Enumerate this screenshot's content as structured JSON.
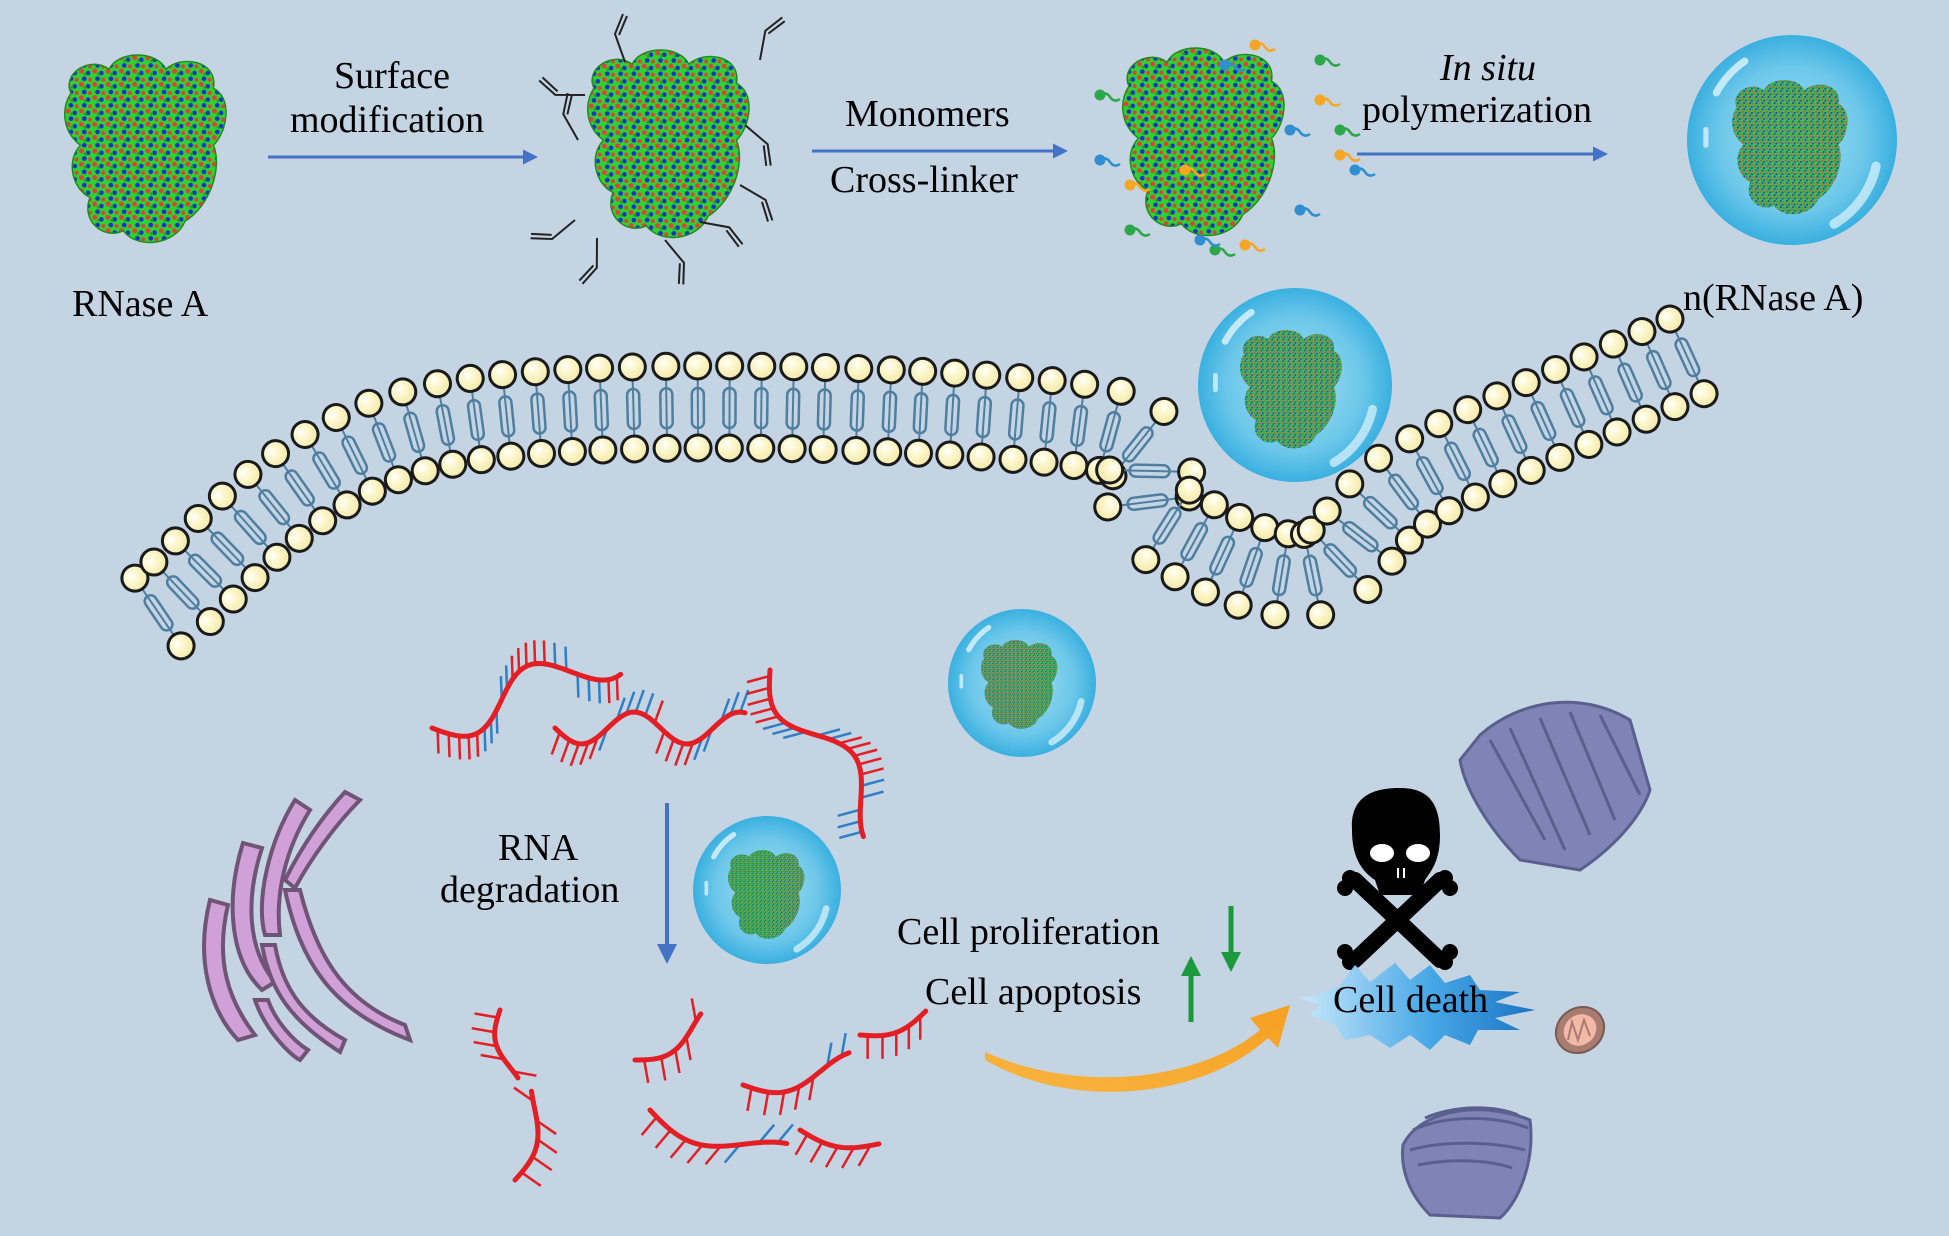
{
  "title": "RNase A nanocapsule synthesis and intracellular RNA degradation mechanism",
  "colors": {
    "background": "#c4d4e2",
    "arrow_blue": "#4472c4",
    "protein_green": "#2fd22f",
    "protein_red": "#e0403a",
    "protein_blue": "#1e2fd0",
    "capsule_blue": "#5bc3e8",
    "lipid_head": "#fbf5c6",
    "lipid_tail": "#4e7fa0",
    "rna_red": "#e31e24",
    "rna_blue": "#2f7fc8",
    "golgi_pink": "#cfa1d6",
    "er_purple": "#7f84b7",
    "trend_green": "#1a9a3c",
    "orange_arrow": "#f8a832",
    "burst_blue": "#2a8fd8",
    "mito_brown": "#a97c72"
  },
  "synthesis": {
    "step1_label": "RNase A",
    "arrow1_line1": "Surface",
    "arrow1_line2": "modification",
    "arrow2_line1": "Monomers",
    "arrow2_line2": "Cross-linker",
    "arrow3_line1": "In situ",
    "arrow3_line2": "polymerization",
    "product_label": "n(RNase A)"
  },
  "cell": {
    "rna_degradation_line1": "RNA",
    "rna_degradation_line2": "degradation",
    "proliferation_label": "Cell proliferation",
    "proliferation_trend": "down",
    "apoptosis_label": "Cell apoptosis",
    "apoptosis_trend": "up",
    "death_label": "Cell death"
  },
  "icons": {
    "protein": "protein-surface-icon",
    "capsule": "nanocapsule-icon",
    "membrane": "lipid-bilayer",
    "rna": "rna-strand-icon",
    "golgi": "golgi-icon",
    "er": "endoplasmic-reticulum-icon",
    "mitochondrion": "mitochondrion-icon",
    "skull": "skull-crossbones-icon"
  }
}
